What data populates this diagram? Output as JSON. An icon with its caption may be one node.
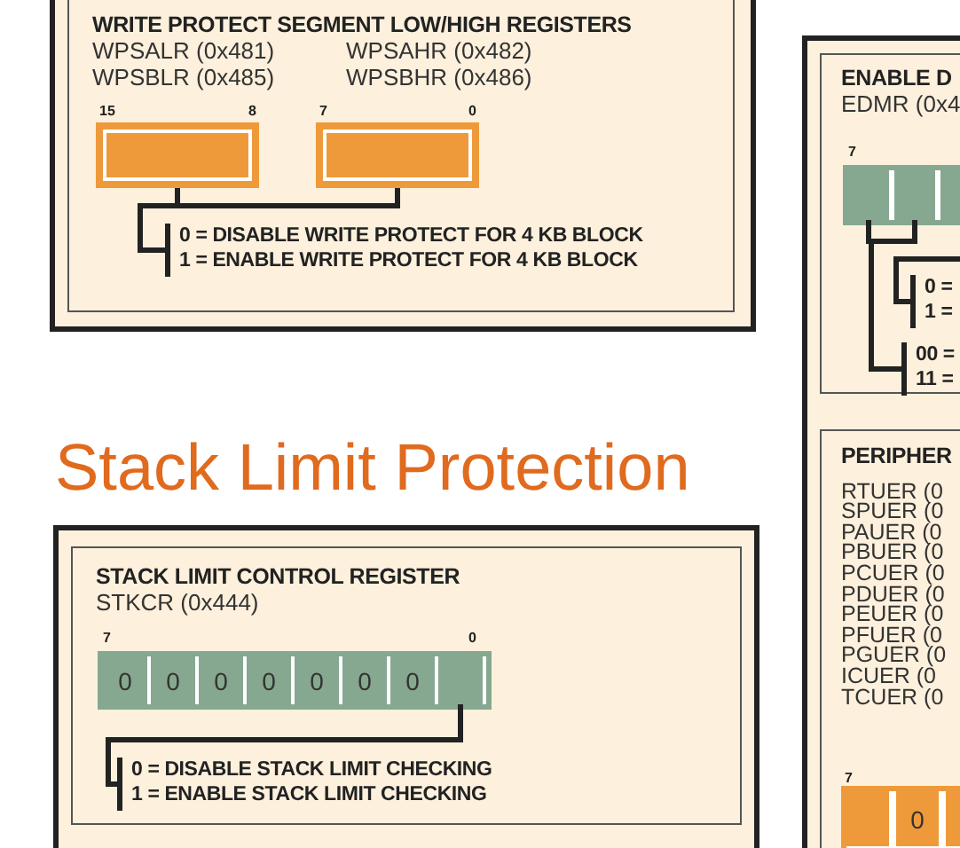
{
  "diagram": {
    "title": "Stack Limit Protection",
    "nodes": [
      {
        "text": [
          "WRITE PROTECT SEGMENT LOW/HIGH REGISTERS",
          "WPSALR (0x481)",
          "WPSAHR (0x482)",
          "WPSBLR (0x485)",
          "WPSBHR (0x486)"
        ]
      },
      {
        "text": [],
        "shape": "bar",
        "in": 0,
        "beside": [
          "15",
          "8"
        ]
      },
      {
        "text": [],
        "shape": "bar",
        "in": 0,
        "beside": [
          "7",
          "0"
        ]
      },
      {
        "text": [
          "0 = DISABLE WRITE PROTECT FOR 4 KB BLOCK",
          "1 = ENABLE WRITE PROTECT FOR 4 KB BLOCK"
        ],
        "in": 0
      },
      {
        "text": [
          "STACK LIMIT CONTROL REGISTER",
          "STKCR (0x444)"
        ]
      },
      {
        "text": [],
        "shape": "bar",
        "in": 4,
        "beside": [
          "7",
          "0"
        ]
      },
      {
        "text": [
          "0"
        ],
        "in": 5
      },
      {
        "text": [
          "0"
        ],
        "in": 5
      },
      {
        "text": [
          "0"
        ],
        "in": 5
      },
      {
        "text": [
          "0"
        ],
        "in": 5
      },
      {
        "text": [
          "0"
        ],
        "in": 5
      },
      {
        "text": [
          "0"
        ],
        "in": 5
      },
      {
        "text": [
          "0"
        ],
        "in": 5
      },
      {
        "text": [],
        "shape": "box",
        "in": 5
      },
      {
        "text": [
          "0 = DISABLE STACK LIMIT CHECKING",
          "1 = ENABLE STACK LIMIT CHECKING"
        ],
        "in": 4
      },
      {
        "text": [
          "ENABLE D",
          "EDMR (0x4"
        ]
      },
      {
        "text": [],
        "shape": "bar",
        "in": 15,
        "beside": [
          "7"
        ]
      },
      {
        "text": [],
        "shape": "box",
        "in": 16
      },
      {
        "text": [],
        "shape": "box",
        "in": 16
      },
      {
        "text": [],
        "shape": "box",
        "in": 16
      },
      {
        "text": [
          "0 =",
          "1 ="
        ],
        "in": 15
      },
      {
        "text": [
          "00 =",
          "11 ="
        ],
        "in": 15
      },
      {
        "text": [
          "PERIPHER",
          "RTUER (0",
          "SPUER (0",
          "PAUER (0",
          "PBUER (0",
          "PCUER (0",
          "PDUER (0",
          "PEUER (0",
          "PFUER (0",
          "PGUER (0",
          "ICUER (0",
          "TCUER (0"
        ]
      },
      {
        "text": [],
        "shape": "bar",
        "in": 22,
        "beside": [
          "7"
        ]
      },
      {
        "text": [],
        "shape": "box",
        "in": 23
      },
      {
        "text": [
          "0"
        ],
        "in": 23
      },
      {
        "text": [],
        "shape": "box",
        "in": 23
      }
    ],
    "edges": [
      {
        "from": 1,
        "to": 3,
        "arrow": "none"
      },
      {
        "from": 2,
        "to": 3,
        "arrow": "none"
      },
      {
        "from": 13,
        "to": 14,
        "arrow": "none"
      },
      {
        "from": 17,
        "to": 21,
        "arrow": "none"
      },
      {
        "from": 18,
        "to": 21,
        "arrow": "none"
      },
      {
        "from": null,
        "to": 20,
        "arrow": "none"
      }
    ]
  }
}
